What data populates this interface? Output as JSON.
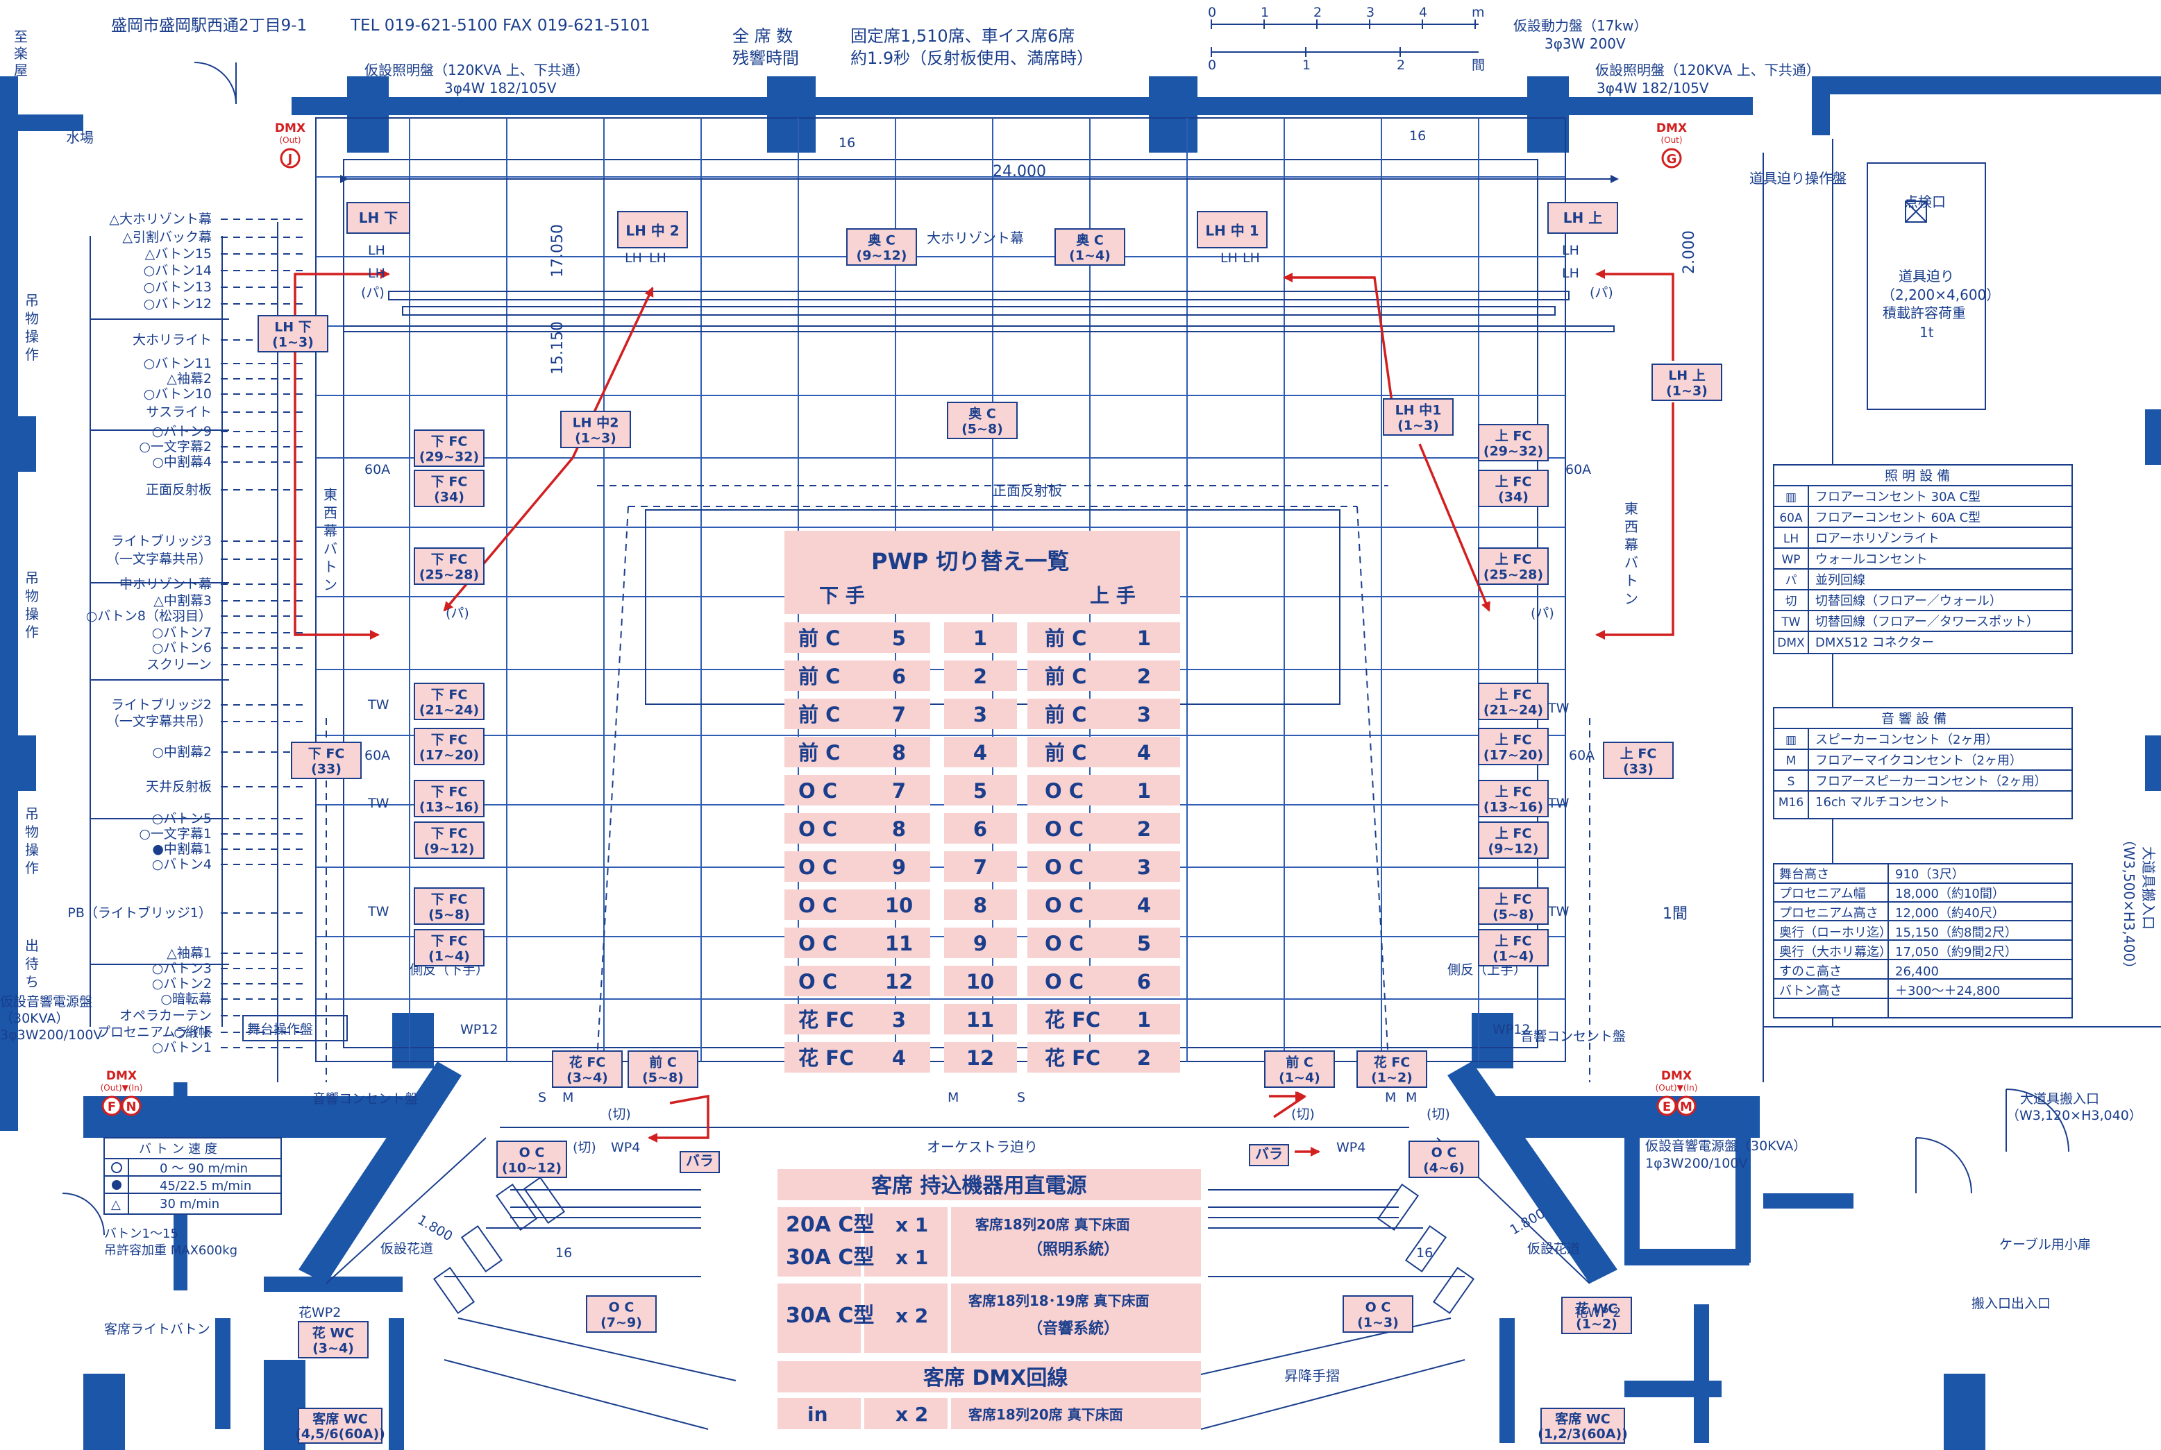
{
  "header": {
    "address": "盛岡市盛岡駅西通2丁目9-1",
    "phone_fax": "TEL 019-621-5100 FAX 019-621-5101",
    "seats_label": "全 席 数",
    "reverb_label": "残響時間",
    "seats_value": "固定席1,510席、車イス席6席",
    "reverb_value": "約1.9秒（反射板使用、満席時）"
  },
  "scale": {
    "m_ticks": [
      "0",
      "1",
      "2",
      "3",
      "4"
    ],
    "m_unit": "m",
    "ken_ticks": [
      "0",
      "1",
      "2"
    ],
    "ken_unit": "間"
  },
  "power": {
    "left_light": {
      "line1": "仮設照明盤（120KVA 上、下共通）",
      "line2": "3φ4W 182/105V"
    },
    "right_light": {
      "line1": "仮設照明盤（120KVA 上、下共通）",
      "line2": "3φ4W 182/105V"
    },
    "temp_power": {
      "line1": "仮設動力盤（17kw）",
      "line2": "3φ3W 200V"
    },
    "left_sound": {
      "line1": "仮設音響電源盤",
      "line2": "（30KVA）",
      "line3": "3φ3W200/100V"
    },
    "right_sound": {
      "line1": "仮設音響電源盤（30KVA）",
      "line2": "1φ3W200/100V"
    }
  },
  "dims": {
    "width": "24.000",
    "depth_back": "17.050",
    "depth_front": "15.150",
    "right_2000": "2.000",
    "hanamichi_width": "1.800"
  },
  "labels": {
    "cyclorama": "大ホリゾント幕",
    "front_reflector": "正面反射板",
    "orchestra_lift": "オーケストラ迫り",
    "lift_handrail": "昇降手摺",
    "water": "水場",
    "prop_lift_panel": "道具迫り操作盤",
    "inspection": "点検口",
    "prop_lift": "道具迫り",
    "prop_lift_size": "（2,200×4,600）",
    "prop_lift_load": "積載許容荷重",
    "prop_lift_load_value": "1t",
    "to_rakuya": [
      "至",
      "楽",
      "屋"
    ],
    "fly_gallery": [
      "吊",
      "物",
      "操",
      "作"
    ],
    "exit_wait": [
      "出",
      "待",
      "ち"
    ],
    "east_west_batten": [
      "東",
      "西",
      "幕",
      "バ",
      "ト",
      "ン"
    ],
    "proscenium_light": "プロセニアムライト",
    "stage_control": "舞台操作盤",
    "sound_outlet_left": "音響コンセント盤",
    "sound_outlet_right": "音響コンセント盤",
    "side_reflector_left": "側反（下手）",
    "side_reflector_right": "側反（上手）",
    "temp_hanamichi": "仮設花道",
    "audience_light_batten": "客席ライトバトン",
    "prop_entrance_small": [
      "大道具搬入口",
      "（W3,120×H3,040）"
    ],
    "cable_hut": "ケーブル用小扉",
    "loading_entrance": "搬入口出入口",
    "big_prop_entrance": "大道具搬入口",
    "big_prop_entrance_size": "（W3,500×H3,400）",
    "one_ken": "1間"
  },
  "battens": [
    "△大ホリゾント幕",
    "△引割バック幕",
    "△バトン15",
    "○バトン14",
    "○バトン13",
    "○バトン12",
    "大ホリライト",
    "○バトン11",
    "△袖幕2",
    "○バトン10",
    "サスライト",
    "○バトン9",
    "○一文字幕2",
    "○中割幕4",
    "正面反射板",
    "ライトブリッジ3",
    "（一文字幕共吊）",
    "中ホリゾント幕",
    "△中割幕3",
    "○バトン8（松羽目）",
    "○バトン7",
    "○バトン6",
    "スクリーン",
    "ライトブリッジ2",
    "（一文字幕共吊）",
    "○中割幕2",
    "天井反射板",
    "○バトン5",
    "○一文字幕1",
    "●中割幕1",
    "○バトン4",
    "PB（ライトブリッジ1）",
    "△袖幕1",
    "○バトン3",
    "○バトン2",
    "○暗転幕",
    "オペラカーテン",
    "○緞帳",
    "○バトン1"
  ],
  "pwp": {
    "title": "PWP 切り替え一覧",
    "left_header": "下 手",
    "right_header": "上 手",
    "rows": [
      {
        "left": "前 C",
        "left_n": "5",
        "mid": "1",
        "right": "前 C",
        "right_n": "1"
      },
      {
        "left": "前 C",
        "left_n": "6",
        "mid": "2",
        "right": "前 C",
        "right_n": "2"
      },
      {
        "left": "前 C",
        "left_n": "7",
        "mid": "3",
        "right": "前 C",
        "right_n": "3"
      },
      {
        "left": "前 C",
        "left_n": "8",
        "mid": "4",
        "right": "前 C",
        "right_n": "4"
      },
      {
        "left": "O C",
        "left_n": "7",
        "mid": "5",
        "right": "O C",
        "right_n": "1"
      },
      {
        "left": "O C",
        "left_n": "8",
        "mid": "6",
        "right": "O C",
        "right_n": "2"
      },
      {
        "left": "O C",
        "left_n": "9",
        "mid": "7",
        "right": "O C",
        "right_n": "3"
      },
      {
        "left": "O C",
        "left_n": "10",
        "mid": "8",
        "right": "O C",
        "right_n": "4"
      },
      {
        "left": "O C",
        "left_n": "11",
        "mid": "9",
        "right": "O C",
        "right_n": "5"
      },
      {
        "left": "O C",
        "left_n": "12",
        "mid": "10",
        "right": "O C",
        "right_n": "6"
      },
      {
        "left": "花 FC",
        "left_n": "3",
        "mid": "11",
        "right": "花 FC",
        "right_n": "1"
      },
      {
        "left": "花 FC",
        "left_n": "4",
        "mid": "12",
        "right": "花 FC",
        "right_n": "2"
      }
    ]
  },
  "audience": {
    "title": "客席 持込機器用直電源",
    "rows": [
      {
        "type": "20A C型",
        "count": "x 1",
        "location": "客席18列20席 真下床面",
        "system": "（照明系統）"
      },
      {
        "type": "30A C型",
        "count": "x 1"
      },
      {
        "type": "30A C型",
        "count": "x 2",
        "location": "客席18列18･19席 真下床面",
        "system": "（音響系統）"
      }
    ],
    "dmx_title": "客席 DMX回線",
    "dmx_row": {
      "type": "in",
      "count": "x 2",
      "location": "客席18列20席 真下床面"
    }
  },
  "legend_lighting": {
    "title": "照 明 設 備",
    "items": [
      {
        "symbol": "▥",
        "text": "フロアーコンセント 30A C型"
      },
      {
        "symbol": "60A",
        "text": "フロアーコンセント 60A C型"
      },
      {
        "symbol": "LH",
        "text": "ロアーホリゾンライト"
      },
      {
        "symbol": "WP",
        "text": "ウォールコンセント"
      },
      {
        "symbol": "パ",
        "text": "並列回線"
      },
      {
        "symbol": "切",
        "text": "切替回線（フロアー／ウォール）"
      },
      {
        "symbol": "TW",
        "text": "切替回線（フロアー／タワースポット）"
      },
      {
        "symbol": "DMX",
        "text": "DMX512 コネクター"
      }
    ]
  },
  "legend_sound": {
    "title": "音 響 設 備",
    "items": [
      {
        "symbol": "▥",
        "text": "スピーカーコンセント（2ヶ用）"
      },
      {
        "symbol": "M",
        "text": "フロアーマイクコンセント（2ヶ用）"
      },
      {
        "symbol": "S",
        "text": "フロアースピーカーコンセント（2ヶ用）"
      },
      {
        "symbol": "M16",
        "text": "16ch マルチコンセント"
      }
    ]
  },
  "specs": [
    {
      "k": "舞台高さ",
      "v": "910（3尺）"
    },
    {
      "k": "プロセニアム幅",
      "v": "18,000（約10間）"
    },
    {
      "k": "プロセニアム高さ",
      "v": "12,000（約40尺）"
    },
    {
      "k": "奥行（ローホリ迄）",
      "v": "15,150（約8間2尺）"
    },
    {
      "k": "奥行（大ホリ幕迄）",
      "v": "17,050（約9間2尺）"
    },
    {
      "k": "すのこ高さ",
      "v": "26,400"
    },
    {
      "k": "バトン高さ",
      "v": "＋300～＋24,800"
    }
  ],
  "speed_table": {
    "title": "バ ト ン 速 度",
    "rows": [
      {
        "symbol": "○",
        "value": "0 ～ 90  m/min"
      },
      {
        "symbol": "●",
        "value": "45/22.5  m/min"
      },
      {
        "symbol": "△",
        "value": "30  m/min"
      }
    ],
    "note1": "バトン1～15",
    "note2": "吊許容加重 MAX600kg"
  },
  "circuit_boxes": [
    {
      "l1": "LH 下",
      "l2": ""
    },
    {
      "l1": "LH 中 2",
      "l2": ""
    },
    {
      "l1": "奥 C",
      "l2": "(9~12)"
    },
    {
      "l1": "奥 C",
      "l2": "(1~4)"
    },
    {
      "l1": "LH 中 1",
      "l2": ""
    },
    {
      "l1": "LH 上",
      "l2": ""
    },
    {
      "l1": "LH 下",
      "l2": "(1~3)"
    },
    {
      "l1": "LH 上",
      "l2": "(1~3)"
    },
    {
      "l1": "奥 C",
      "l2": "(5~8)"
    },
    {
      "l1": "LH 中2",
      "l2": "(1~3)"
    },
    {
      "l1": "LH 中1",
      "l2": "(1~3)"
    },
    {
      "l1": "下 FC",
      "l2": "(29~32)"
    },
    {
      "l1": "下 FC",
      "l2": "(34)"
    },
    {
      "l1": "下 FC",
      "l2": "(25~28)"
    },
    {
      "l1": "下 FC",
      "l2": "(21~24)"
    },
    {
      "l1": "下 FC",
      "l2": "(17~20)"
    },
    {
      "l1": "下 FC",
      "l2": "(33)"
    },
    {
      "l1": "下 FC",
      "l2": "(13~16)"
    },
    {
      "l1": "下 FC",
      "l2": "(9~12)"
    },
    {
      "l1": "下 FC",
      "l2": "(5~8)"
    },
    {
      "l1": "下 FC",
      "l2": "(1~4)"
    },
    {
      "l1": "上 FC",
      "l2": "(29~32)"
    },
    {
      "l1": "上 FC",
      "l2": "(34)"
    },
    {
      "l1": "上 FC",
      "l2": "(25~28)"
    },
    {
      "l1": "上 FC",
      "l2": "(21~24)"
    },
    {
      "l1": "上 FC",
      "l2": "(17~20)"
    },
    {
      "l1": "上 FC",
      "l2": "(33)"
    },
    {
      "l1": "上 FC",
      "l2": "(13~16)"
    },
    {
      "l1": "上 FC",
      "l2": "(9~12)"
    },
    {
      "l1": "上 FC",
      "l2": "(5~8)"
    },
    {
      "l1": "上 FC",
      "l2": "(1~4)"
    },
    {
      "l1": "花 FC",
      "l2": "(3~4)"
    },
    {
      "l1": "前 C",
      "l2": "(5~8)"
    },
    {
      "l1": "前 C",
      "l2": "(1~4)"
    },
    {
      "l1": "花 FC",
      "l2": "(1~2)"
    },
    {
      "l1": "O C",
      "l2": "(10~12)"
    },
    {
      "l1": "O C",
      "l2": "(4~6)"
    },
    {
      "l1": "バラ",
      "l2": ""
    },
    {
      "l1": "バラ",
      "l2": ""
    },
    {
      "l1": "O C",
      "l2": "(7~9)"
    },
    {
      "l1": "O C",
      "l2": "(1~3)"
    },
    {
      "l1": "花 WC",
      "l2": "(3~4)"
    },
    {
      "l1": "花 WC",
      "l2": "(1~2)"
    },
    {
      "l1": "客席 WC",
      "l2": "(4,5/6(60A))"
    },
    {
      "l1": "客席 WC",
      "l2": "(1,2/3(60A))"
    }
  ],
  "symbols": [
    "LH",
    "LH",
    "LH",
    "LH",
    "LH",
    "LH",
    "LH",
    "LH",
    "(パ)",
    "(パ)",
    "(パ)",
    "(パ)",
    "TW",
    "TW",
    "TW",
    "TW",
    "TW",
    "TW",
    "60A",
    "60A",
    "60A",
    "60A",
    "WP12",
    "WP12",
    "WP4",
    "WP4",
    "(切)",
    "(切)",
    "(切)",
    "(切)",
    "S",
    "S",
    "M",
    "M",
    "M",
    "M",
    "16",
    "16",
    "16",
    "16",
    "花WP2",
    "花WP 2"
  ],
  "dmx": [
    {
      "label": "DMX",
      "sub": "(Out)",
      "letter": "J"
    },
    {
      "label": "DMX",
      "sub": "(Out)",
      "letter": "G"
    },
    {
      "label": "DMX",
      "sub": "(Out)▼(In)",
      "letter": "F N"
    },
    {
      "label": "DMX",
      "sub": "(Out)▼(In)",
      "letter": "E M"
    }
  ],
  "colors": {
    "ink": "#1a3e8c",
    "wall": "#1b56a8",
    "pink": "#f9d4d4",
    "red": "#d21f1f"
  }
}
